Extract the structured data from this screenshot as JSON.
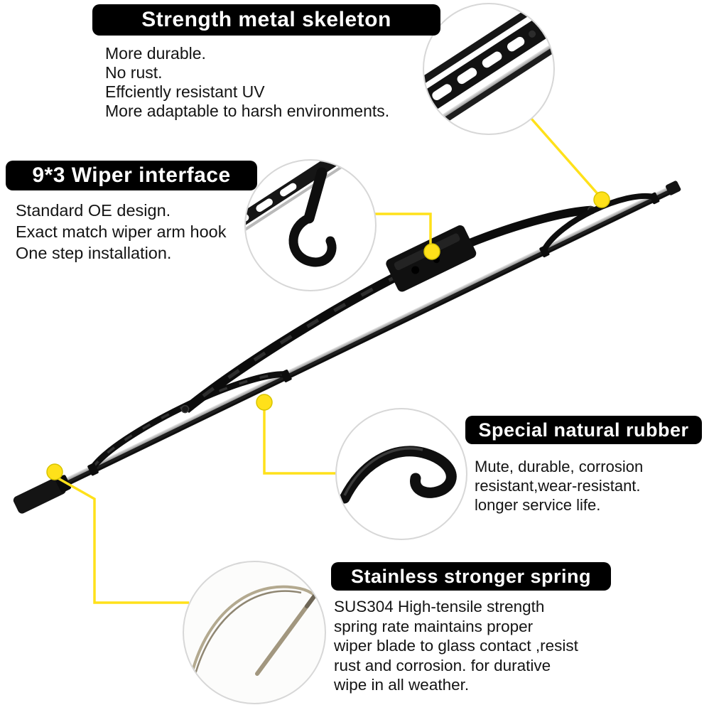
{
  "colors": {
    "accent_yellow": "#ffe11a",
    "bar_background": "#000000",
    "bar_text": "#ffffff",
    "body_text": "#141414",
    "blade_black": "#101010",
    "metal_silver": "#b5b5b5"
  },
  "callouts": [
    {
      "id": "metal-skeleton",
      "title": "Strength metal skeleton",
      "lines": [
        "More durable.",
        "No rust.",
        "Effciently resistant UV",
        "More adaptable to harsh environments."
      ]
    },
    {
      "id": "wiper-interface",
      "title": "9*3 Wiper interface",
      "lines": [
        "Standard OE design.",
        "Exact match wiper arm hook",
        "One step installation."
      ]
    },
    {
      "id": "natural-rubber",
      "title": "Special natural rubber",
      "lines": [
        "Mute, durable, corrosion",
        "resistant,wear-resistant.",
        "longer service life."
      ]
    },
    {
      "id": "stronger-spring",
      "title": "Stainless stronger spring",
      "lines": [
        "SUS304 High-tensile strength",
        "spring rate maintains proper",
        "wiper blade to glass contact ,resist",
        "rust and corrosion. for durative",
        "wipe in all weather."
      ]
    }
  ],
  "figures": {
    "product": "rear windshield wiper blade photo",
    "closeups": [
      "metal-skeleton-closeup",
      "wiper-interface-closeup",
      "rubber-strip-closeup",
      "spring-wire-closeup"
    ]
  }
}
